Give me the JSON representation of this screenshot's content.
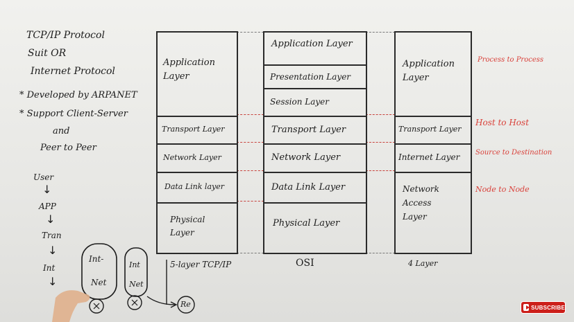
{
  "left_notes": {
    "title_line1": "TCP/IP Protocol",
    "title_line2": "Suit OR",
    "title_line3": "Internet Protocol",
    "bullet1": "* Developed by ARPANET",
    "bullet2": "* Support Client-Server",
    "bullet2_and": "and",
    "bullet2_line3": "Peer to Peer",
    "flow": [
      "User",
      "APP",
      "Tran",
      "Int"
    ],
    "bubble1": [
      "Int-",
      "Net"
    ],
    "bubble2": [
      "Int",
      "Net"
    ],
    "bubble_end": "Re"
  },
  "tcpip5": {
    "caption": "5-layer TCP/IP",
    "layers": [
      "Application Layer",
      "Transport Layer",
      "Network Layer",
      "Data Link layer",
      "Physical Layer"
    ]
  },
  "osi": {
    "caption": "OSI",
    "layers": [
      "Application Layer",
      "Presentation Layer",
      "Session Layer",
      "Transport Layer",
      "Network Layer",
      "Data Link Layer",
      "Physical Layer"
    ]
  },
  "tcpip4": {
    "caption": "4 Layer",
    "layers": [
      "Application Layer",
      "Transport Layer",
      "Internet Layer",
      "Network Access Layer"
    ]
  },
  "annotations": [
    "Process to Process",
    "Host to Host",
    "Source to Destination",
    "Node to Node"
  ],
  "subscribe_label": "SUBSCRIBE",
  "colors": {
    "ink": "#1c1c1c",
    "annotation": "#d9413a",
    "subscribe_bg": "#cc1f1a"
  }
}
